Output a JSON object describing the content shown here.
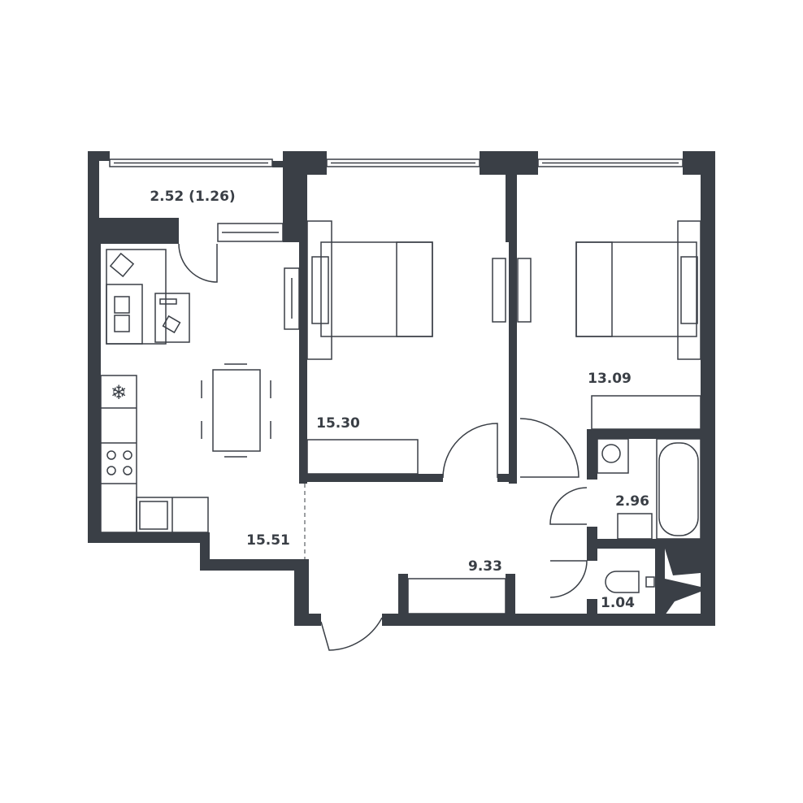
{
  "colors": {
    "wall": "#3a3f46",
    "background": "#ffffff"
  },
  "rooms": [
    {
      "id": "balcony",
      "area": "2.52 (1.26)"
    },
    {
      "id": "living-kitchen",
      "area": "15.51"
    },
    {
      "id": "bedroom-1",
      "area": "15.30"
    },
    {
      "id": "bedroom-2",
      "area": "13.09"
    },
    {
      "id": "bathroom",
      "area": "2.96"
    },
    {
      "id": "hallway",
      "area": "9.33"
    },
    {
      "id": "toilet",
      "area": "1.04"
    }
  ]
}
